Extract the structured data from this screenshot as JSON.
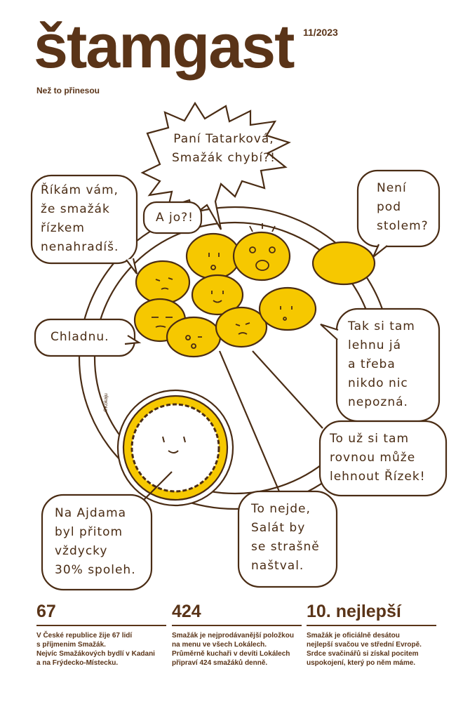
{
  "header": {
    "logo": "štamgast",
    "issue": "11/2023",
    "tagline": "Než to přinesou"
  },
  "illustration": {
    "bubbles": {
      "shout": "Paní Tatarková,\nSmažák chybí?!",
      "rizek": "Říkám vám,\nže smažák\nřízkem\nnenahradíš.",
      "ajo": "A jo?!",
      "stolem": "Není\npod\nstolem?",
      "chladnu": "Chladnu.",
      "lehnu": "Tak si tam\nlehnu já\na třeba\nnikdo nic\nnepozná.",
      "rovnou": "To už si tam\nrovnou může\nlehnout Řízek!",
      "ajdama": "Na Ajdama\nbyl přitom\nvždycky\n30% spoleh.",
      "salat": "To nejde,\nSalát by\nse strašně\nnaštval."
    },
    "signature": "©Kokaju",
    "colors": {
      "brown": "#5a3418",
      "yellow": "#f6c800"
    }
  },
  "stats": [
    {
      "number": "67",
      "text": "V České republice žije 67 lidí\ns příjmenim Smažák.\nNejvíc Smažákových bydlí v Kadani\na na Frýdecko-Místecku."
    },
    {
      "number": "424",
      "text": "Smažák je nejprodávanější položkou\nna menu ve všech Lokálech.\nPrůměrně kuchaři v devíti Lokálech\npřipraví 424 smažáků denně."
    },
    {
      "number": "10. nejlepší",
      "text": "Smažák je oficiálně desátou\nnejlepší svačou ve střední Evropě.\nSrdce svačinářů si získal pocitem\nuspokojení, který po něm máme."
    }
  ]
}
